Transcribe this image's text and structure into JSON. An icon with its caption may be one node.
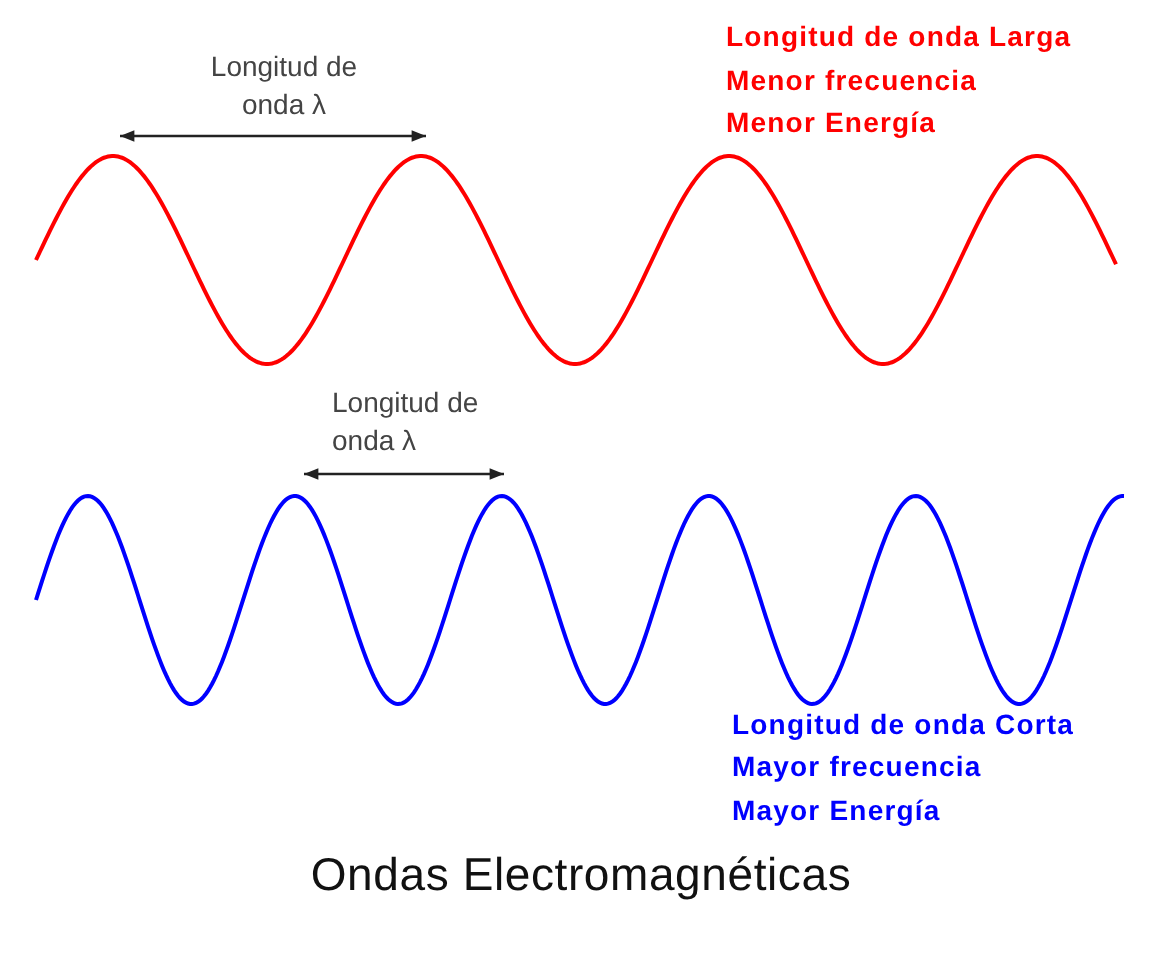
{
  "diagram": {
    "caption": "Ondas Electromagnéticas",
    "labels": [
      "Longitud de onda λ",
      "Longitud de onda Larga",
      "Menor frecuencia",
      "Menor Energía",
      "Longitud de onda λ",
      "Longitud de onda Corta",
      "Mayor frecuencia",
      "Mayor Energía"
    ]
  }
}
